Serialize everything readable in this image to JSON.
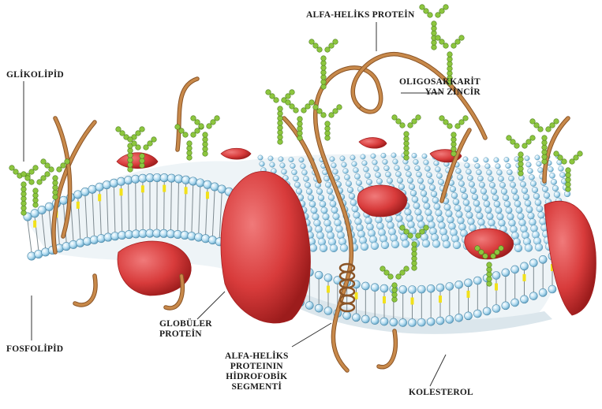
{
  "labels": {
    "glikolipid": "GLİKOLİPİD",
    "fosfolipid": "FOSFOLİPİD",
    "alfa_heliks_protein": "ALFA-HELİKS PROTEİN",
    "oligosakkarit_line1": "OLIGOSAKKARİT",
    "oligosakkarit_line2": "YAN ZİNCİR",
    "globuler_line1": "GLOBÜLER",
    "globuler_line2": "PROTEİN",
    "segment_line1": "ALFA-HELİKS",
    "segment_line2": "PROTEININ",
    "segment_line3": "HİDROFOBİK",
    "segment_line4": "SEGMENTİ",
    "kolesterol": "KOLESTEROL"
  },
  "colors": {
    "head": "#a9d8ef",
    "head_stroke": "#4a88a8",
    "protein": "#d83b3b",
    "protein_dark": "#a31f1f",
    "sugar": "#8dc63f",
    "chain": "#c8894a",
    "cholesterol": "#f2e11a"
  }
}
